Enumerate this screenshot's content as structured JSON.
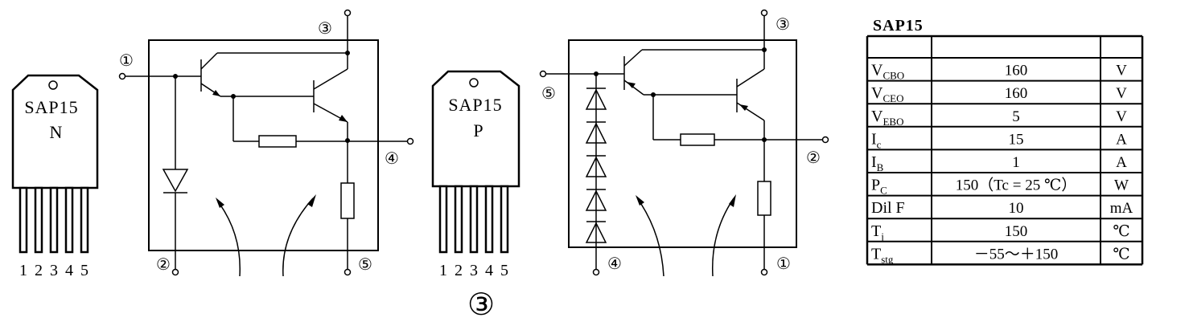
{
  "figure_label": "③",
  "package_n": {
    "model": "SAP15",
    "type": "N",
    "pins": [
      "1",
      "2",
      "3",
      "4",
      "5"
    ]
  },
  "package_p": {
    "model": "SAP15",
    "type": "P",
    "pins": [
      "1",
      "2",
      "3",
      "4",
      "5"
    ]
  },
  "circuit_n": {
    "terminals": {
      "base": "①",
      "lower_left": "②",
      "collector": "③",
      "emitter_tap": "④",
      "emitter": "⑤"
    }
  },
  "circuit_p": {
    "terminals": {
      "base": "⑤",
      "emitter_tap": "②",
      "collector": "③",
      "lower_left": "④",
      "emitter": "①"
    }
  },
  "specs": {
    "title": "SAP15",
    "rows": [
      {
        "symbol": "V",
        "sub": "CBO",
        "value": "160",
        "unit": "V"
      },
      {
        "symbol": "V",
        "sub": "CEO",
        "value": "160",
        "unit": "V"
      },
      {
        "symbol": "V",
        "sub": "EBO",
        "value": "5",
        "unit": "V"
      },
      {
        "symbol": "I",
        "sub": "c",
        "value": "15",
        "unit": "A"
      },
      {
        "symbol": "I",
        "sub": "B",
        "value": "1",
        "unit": "A"
      },
      {
        "symbol": "P",
        "sub": "C",
        "value": "150（Tc = 25 ℃）",
        "unit": "W"
      },
      {
        "symbol": "Dil F",
        "sub": "",
        "value": "10",
        "unit": "mA"
      },
      {
        "symbol": "T",
        "sub": "j",
        "value": "150",
        "unit": "℃"
      },
      {
        "symbol": "T",
        "sub": "stg",
        "value": "－55～＋150",
        "unit": "℃"
      }
    ]
  }
}
